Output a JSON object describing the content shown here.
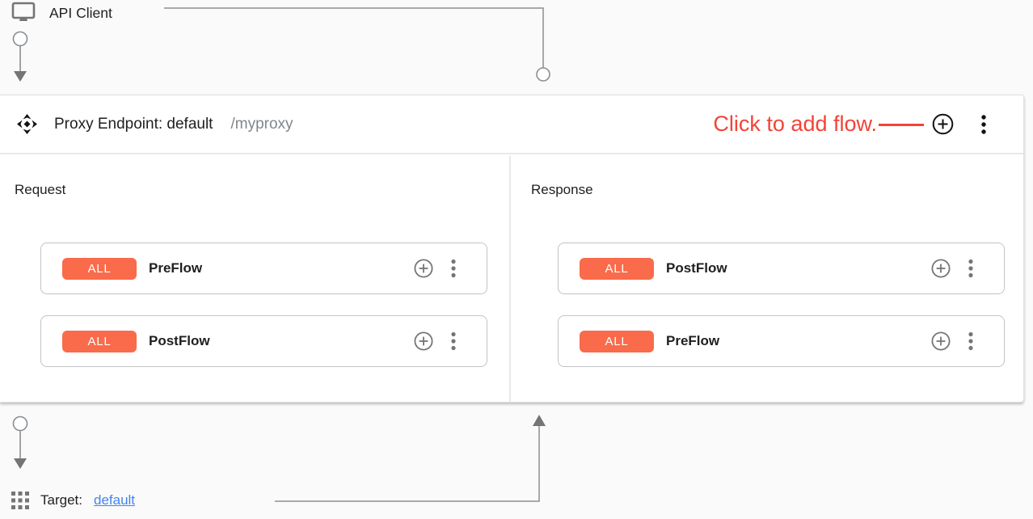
{
  "colors": {
    "badge_orange": "#F96B4B",
    "hint_red": "#F44336",
    "link_blue": "#4285F4",
    "connector_gray": "#8a8e92"
  },
  "api_client": {
    "label": "API Client"
  },
  "proxy_endpoint": {
    "title": "Proxy Endpoint: default",
    "path": "/myproxy",
    "hint": "Click to add flow."
  },
  "request_panel": {
    "label": "Request",
    "flows": [
      {
        "badge": "ALL",
        "name": "PreFlow"
      },
      {
        "badge": "ALL",
        "name": "PostFlow"
      }
    ]
  },
  "response_panel": {
    "label": "Response",
    "flows": [
      {
        "badge": "ALL",
        "name": "PostFlow"
      },
      {
        "badge": "ALL",
        "name": "PreFlow"
      }
    ]
  },
  "target": {
    "label": "Target:",
    "link": "default"
  }
}
